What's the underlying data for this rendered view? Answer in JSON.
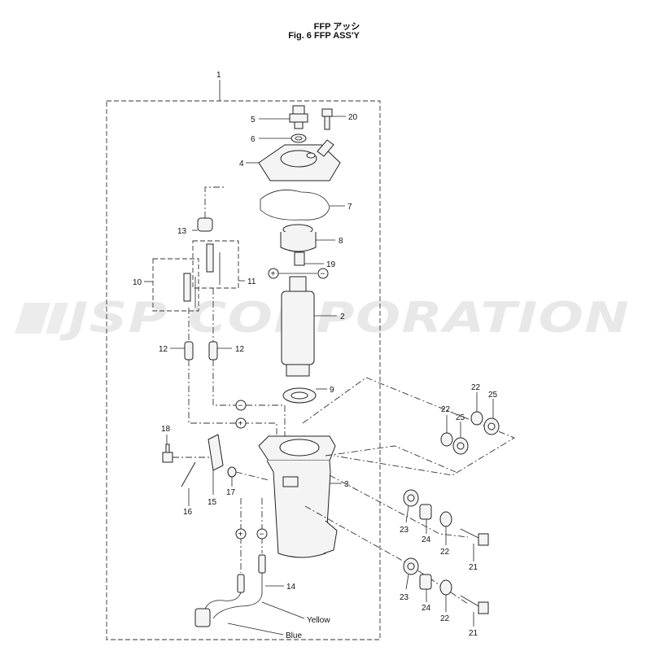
{
  "header": {
    "title_jp": "FFP アッシ",
    "title_en": "Fig. 6   FFP ASS'Y"
  },
  "watermark": {
    "text": "JSP CORPORATION"
  },
  "callouts": {
    "c1": "1",
    "c2": "2",
    "c3": "3",
    "c4": "4",
    "c5": "5",
    "c6": "6",
    "c7": "7",
    "c8": "8",
    "c9": "9",
    "c10": "10",
    "c11": "11",
    "c12a": "12",
    "c12b": "12",
    "c13": "13",
    "c14": "14",
    "c15": "15",
    "c16": "16",
    "c17": "17",
    "c18": "18",
    "c19": "19",
    "c20": "20",
    "c21a": "21",
    "c21b": "21",
    "c22a": "22",
    "c22b": "22",
    "c22c": "22",
    "c22d": "22",
    "c23a": "23",
    "c23b": "23",
    "c24a": "24",
    "c24b": "24",
    "c25a": "25",
    "c25b": "25"
  },
  "wires": {
    "yellow": "Yellow",
    "blue": "Blue"
  },
  "symbols": {
    "plus": "+",
    "minus": "−"
  }
}
